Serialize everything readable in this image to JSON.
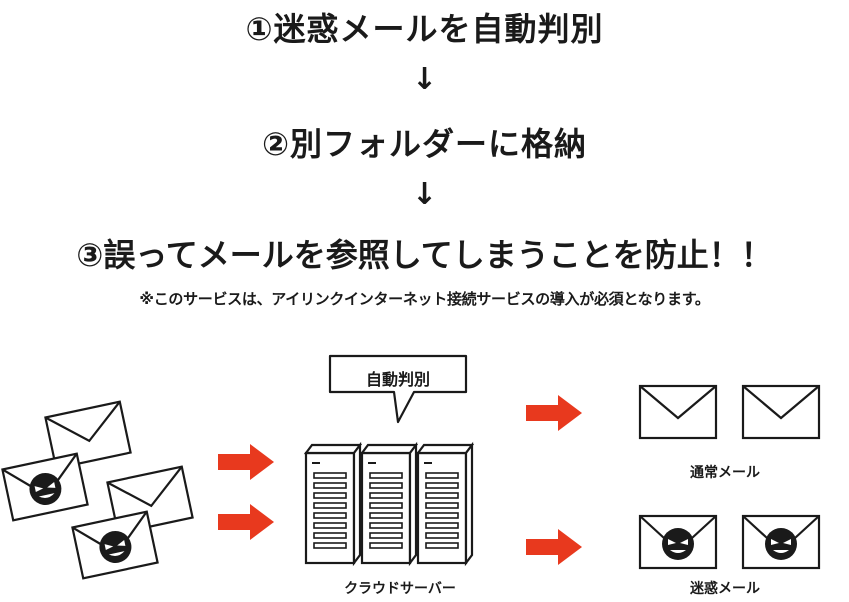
{
  "steps": {
    "step1": "①迷惑メールを自動判別",
    "arrow1": "↓",
    "step2": "②別フォルダーに格納",
    "arrow2": "↓",
    "step3": "③誤ってメールを参照してしまうことを防止！！"
  },
  "note": "※このサービスは、アイリンクインターネット接続サービスの導入が必須となります。",
  "diagram": {
    "bubble_label": "自動判別",
    "server_label": "クラウドサーバー",
    "normal_mail_label": "通常メール",
    "spam_mail_label": "迷惑メール"
  },
  "colors": {
    "arrow": "#e8391e",
    "line": "#1a1a1a",
    "background": "#ffffff"
  },
  "icons": [
    "envelope-icon",
    "spam-envelope-icon",
    "server-rack-icon",
    "speech-bubble-icon",
    "right-arrow-icon"
  ]
}
